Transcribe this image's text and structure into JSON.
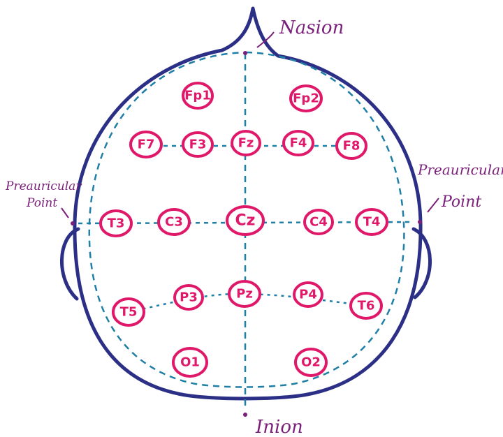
{
  "colors": {
    "head_outline": "#2b2f86",
    "guide_lines": "#1f7fa6",
    "electrode": "#e0186a",
    "annotation": "#7a1f7a"
  },
  "landmarks": {
    "nasion": "Nasion",
    "inion": "Inion",
    "preauricular_left_line1": "Preauricular",
    "preauricular_left_line2": "Point",
    "preauricular_right_line1": "Preauricular",
    "preauricular_right_line2": "Point"
  },
  "electrodes": [
    {
      "id": "fp1",
      "label": "Fp1"
    },
    {
      "id": "fp2",
      "label": "Fp2"
    },
    {
      "id": "f7",
      "label": "F7"
    },
    {
      "id": "f3",
      "label": "F3"
    },
    {
      "id": "fz",
      "label": "Fz"
    },
    {
      "id": "f4",
      "label": "F4"
    },
    {
      "id": "f8",
      "label": "F8"
    },
    {
      "id": "t3",
      "label": "T3"
    },
    {
      "id": "c3",
      "label": "C3"
    },
    {
      "id": "cz",
      "label": "Cz"
    },
    {
      "id": "c4",
      "label": "C4"
    },
    {
      "id": "t4",
      "label": "T4"
    },
    {
      "id": "t5",
      "label": "T5"
    },
    {
      "id": "p3",
      "label": "P3"
    },
    {
      "id": "pz",
      "label": "Pz"
    },
    {
      "id": "p4",
      "label": "P4"
    },
    {
      "id": "t6",
      "label": "T6"
    },
    {
      "id": "o1",
      "label": "O1"
    },
    {
      "id": "o2",
      "label": "O2"
    }
  ]
}
